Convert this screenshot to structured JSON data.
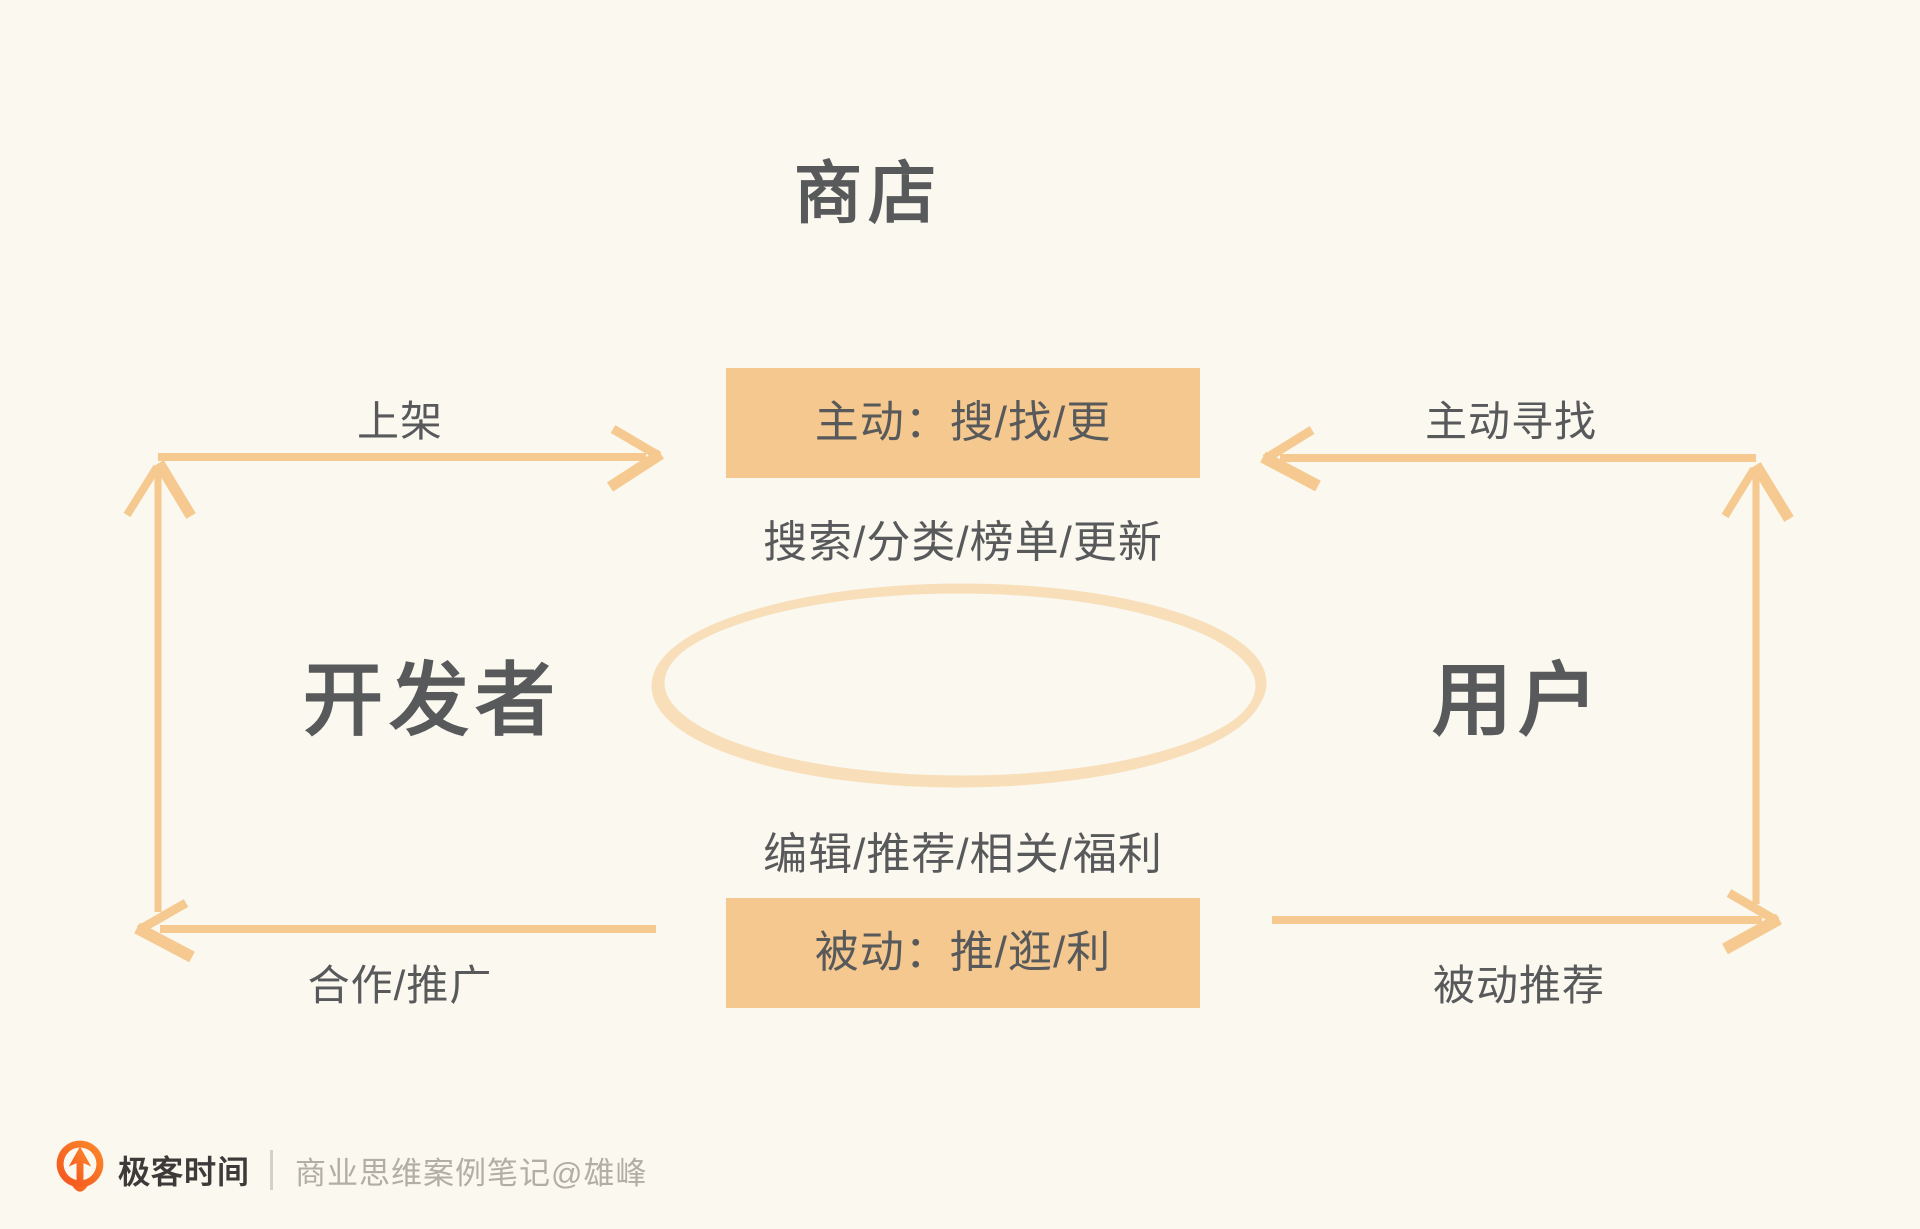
{
  "title": "商店",
  "entities": {
    "developer": "开发者",
    "user": "用户"
  },
  "center": {
    "active_box_label": "主动：搜/找/更",
    "active_methods": "搜索/分类/榜单/更新",
    "passive_methods": "编辑/推荐/相关/福利",
    "passive_box_label": "被动：推/逛/利"
  },
  "arrows": {
    "top_left_label": "上架",
    "top_right_label": "主动寻找",
    "bottom_left_label": "合作/推广",
    "bottom_right_label": "被动推荐"
  },
  "footer": {
    "brand": "极客时间",
    "caption": "商业思维案例笔记@雄峰",
    "logo_icon": "geektime-pin-icon"
  },
  "colors": {
    "background": "#FAF8EF",
    "box_fill": "#F4C88E",
    "arrow": "#F5C98F",
    "ellipse": "#F8DFBA",
    "text_dark": "#58595B",
    "footer_gray": "#B2ADA5",
    "logo_orange": "#F8751D"
  }
}
